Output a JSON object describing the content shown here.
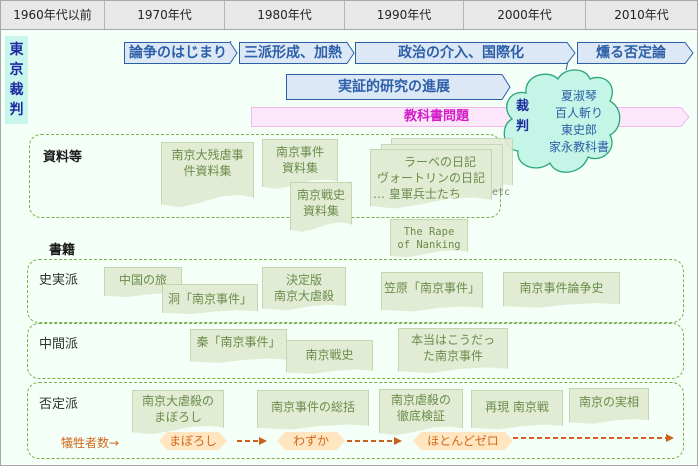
{
  "timeline_header": {
    "decades": [
      "1960年代以前",
      "1970年代",
      "1980年代",
      "1990年代",
      "2000年代",
      "2010年代"
    ]
  },
  "tokyo_trial": {
    "label": "東京裁判"
  },
  "phases": [
    {
      "label": "論争のはじまり"
    },
    {
      "label": "三派形成、加熱"
    },
    {
      "label": "政治の介入、国際化"
    },
    {
      "label": "燻る否定論"
    },
    {
      "label": "実証的研究の進展"
    }
  ],
  "textbook_issue": {
    "label": "教科書問題"
  },
  "trials_cloud": {
    "side_label": "裁判",
    "items": [
      "夏淑琴",
      "百人斬り",
      "東史郎",
      "家永教科書"
    ]
  },
  "materials": {
    "label": "資料等",
    "docs": [
      {
        "lines": [
          "南京大残虐事",
          "件資料集"
        ]
      },
      {
        "lines": [
          "南京事件",
          "資料集"
        ]
      },
      {
        "lines": [
          "南京戦史",
          "資料集"
        ]
      },
      {
        "lines": [
          "ラーベの日記",
          "ヴォートリンの日記",
          "… 皇軍兵士たち"
        ]
      },
      {
        "lines": [
          "The Rape",
          "of Nanking"
        ]
      }
    ],
    "etc": "etc"
  },
  "books": {
    "label": "書籍",
    "schools": [
      {
        "label": "史実派",
        "docs": [
          {
            "lines": [
              "中国の旅"
            ]
          },
          {
            "lines": [
              "洞「南京事件」"
            ]
          },
          {
            "lines": [
              "決定版",
              "南京大虐殺"
            ]
          },
          {
            "lines": [
              "笠原「南京事件」"
            ]
          },
          {
            "lines": [
              "南京事件論争史"
            ]
          }
        ]
      },
      {
        "label": "中間派",
        "docs": [
          {
            "lines": [
              "秦「南京事件」"
            ]
          },
          {
            "lines": [
              "南京戦史"
            ]
          },
          {
            "lines": [
              "本当はこうだっ",
              "た南京事件"
            ]
          }
        ]
      },
      {
        "label": "否定派",
        "docs": [
          {
            "lines": [
              "南京大虐殺の",
              "まぼろし"
            ]
          },
          {
            "lines": [
              "南京事件の総括"
            ]
          },
          {
            "lines": [
              "南京虐殺の",
              "徹底検証"
            ]
          },
          {
            "lines": [
              "再現 南京戦"
            ]
          },
          {
            "lines": [
              "南京の実相"
            ]
          }
        ]
      }
    ]
  },
  "victim_count": {
    "label": "犠牲者数→",
    "stages": [
      "まぼろし",
      "わずか",
      "ほとんどゼロ"
    ]
  },
  "colors": {
    "phase_fill": "#dce8f6",
    "phase_text": "#2d5fa8",
    "textbook_text": "#d21ec8",
    "cloud_fill": "#c4f5e6",
    "doc_fill": "#e2ecd5",
    "victim_accent": "#d2691e"
  }
}
